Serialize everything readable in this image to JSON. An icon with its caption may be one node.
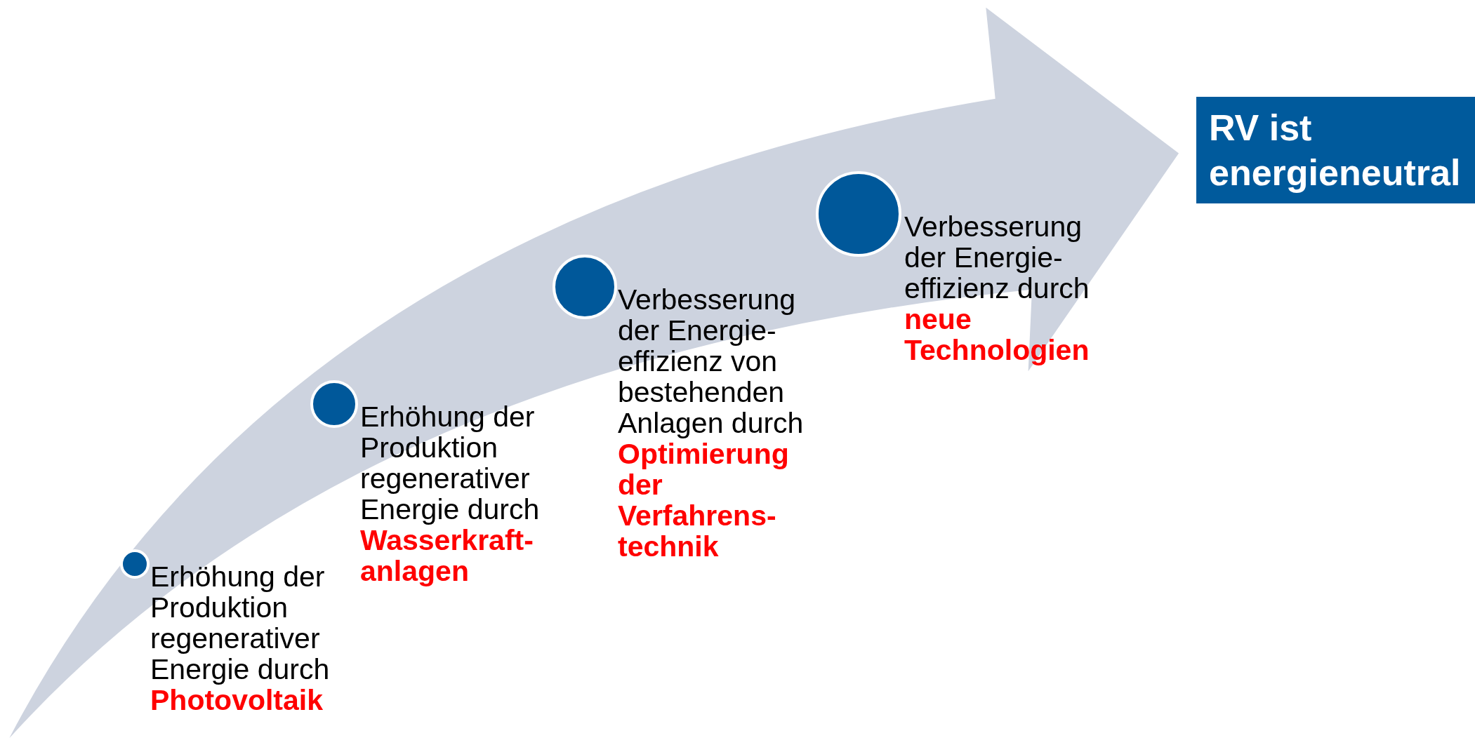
{
  "diagram": {
    "nodes": [
      {
        "text": [
          "Erhöhung der Produktion regenerativer Energie durch **Photovoltaik**"
        ]
      },
      {
        "text": [
          "Erhöhung der Produktion regenerativer Energie durch **Wasserkraft- anlagen**"
        ]
      },
      {
        "text": [
          "Verbesserung der Energie- effizienz von bestehenden Anlagen durch **Optimierung der Verfahrens- technik**"
        ]
      },
      {
        "text": [
          "Verbesserung der Energie- effizienz durch **neue Technologien**"
        ]
      },
      {
        "text": [
          "RV ist energieneutral"
        ]
      }
    ]
  }
}
